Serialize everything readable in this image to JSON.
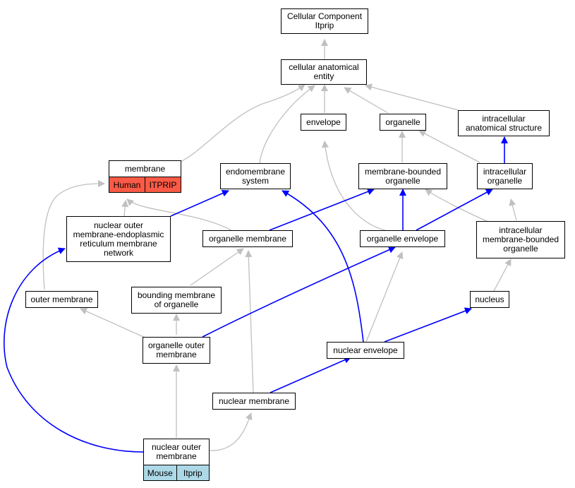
{
  "nodes": {
    "cellular_component": "Cellular Component\nItprip",
    "cellular_anatomical_entity": "cellular anatomical\nentity",
    "envelope": "envelope",
    "organelle": "organelle",
    "intracellular_anatomical_structure": "intracellular\nanatomical structure",
    "membrane": "membrane",
    "endomembrane_system": "endomembrane\nsystem",
    "membrane_bounded_organelle": "membrane-bounded\norganelle",
    "intracellular_organelle": "intracellular\norganelle",
    "nuclear_outer_membrane_er_network": "nuclear outer\nmembrane-endoplasmic\nreticulum membrane\nnetwork",
    "organelle_membrane": "organelle membrane",
    "organelle_envelope": "organelle envelope",
    "intracellular_membrane_bounded_organelle": "intracellular\nmembrane-bounded\norganelle",
    "outer_membrane": "outer membrane",
    "bounding_membrane_of_organelle": "bounding membrane\nof organelle",
    "nucleus": "nucleus",
    "organelle_outer_membrane": "organelle outer\nmembrane",
    "nuclear_envelope": "nuclear envelope",
    "nuclear_membrane": "nuclear membrane",
    "nuclear_outer_membrane": "nuclear outer\nmembrane"
  },
  "annotations": {
    "membrane": {
      "species": "Human",
      "gene": "ITPRIP"
    },
    "nuclear_outer_membrane": {
      "species": "Mouse",
      "gene": "Itprip"
    }
  },
  "colors": {
    "human_fill": "#fa5a46",
    "mouse_fill": "#add8e6",
    "is_a_edge": "#c0c0c0",
    "part_of_edge": "#0000ff"
  }
}
